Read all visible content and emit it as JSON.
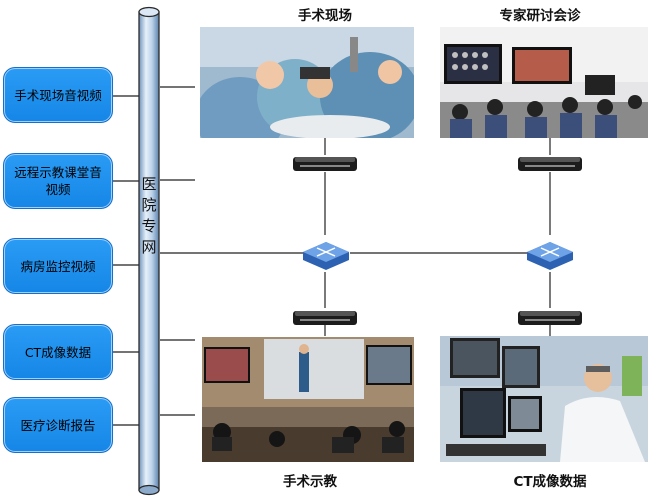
{
  "left_boxes": [
    {
      "label": "手术现场音视频"
    },
    {
      "label": "远程示教课堂音视频"
    },
    {
      "label": "病房监控视频"
    },
    {
      "label": "CT成像数据"
    },
    {
      "label": "医疗诊断报告"
    }
  ],
  "pipe_label": "医院专网",
  "sites": {
    "top_left": "手术现场",
    "top_right": "专家研讨会诊",
    "bottom_left": "手术示教",
    "bottom_right": "CT成像数据"
  },
  "colors": {
    "box_fill": "#1e90f0",
    "pipe": "#9ab8d8",
    "line": "#222222"
  },
  "icons": [
    "router-icon",
    "network-switch-icon"
  ]
}
